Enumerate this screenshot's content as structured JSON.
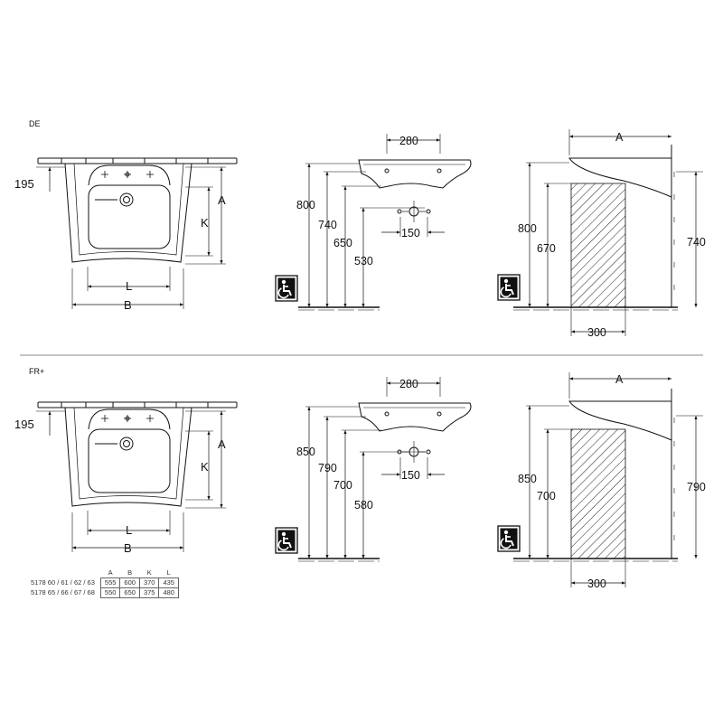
{
  "sections": [
    {
      "label": "DE",
      "front": {
        "offset": "195",
        "a": "A",
        "k": "K",
        "l": "L",
        "b": "B"
      },
      "side": {
        "width": "280",
        "h1": "800",
        "h2": "740",
        "h3": "650",
        "h4": "530",
        "tap": "150"
      },
      "profile": {
        "a": "A",
        "h1": "800",
        "h2": "670",
        "h3": "740",
        "depth": "300"
      }
    },
    {
      "label": "FR+",
      "front": {
        "offset": "195",
        "a": "A",
        "k": "K",
        "l": "L",
        "b": "B"
      },
      "side": {
        "width": "280",
        "h1": "850",
        "h2": "790",
        "h3": "700",
        "h4": "580",
        "tap": "150"
      },
      "profile": {
        "a": "A",
        "h1": "850",
        "h2": "700",
        "h3": "790",
        "depth": "300"
      }
    }
  ],
  "table": {
    "headers": [
      "A",
      "B",
      "K",
      "L"
    ],
    "rows": [
      {
        "code": "5178 60 / 61 / 62 / 63",
        "values": [
          "555",
          "600",
          "370",
          "435"
        ]
      },
      {
        "code": "5178 65 / 66 / 67 / 68",
        "values": [
          "550",
          "650",
          "375",
          "480"
        ]
      }
    ]
  },
  "icons": [
    "wheelchair-icon"
  ]
}
